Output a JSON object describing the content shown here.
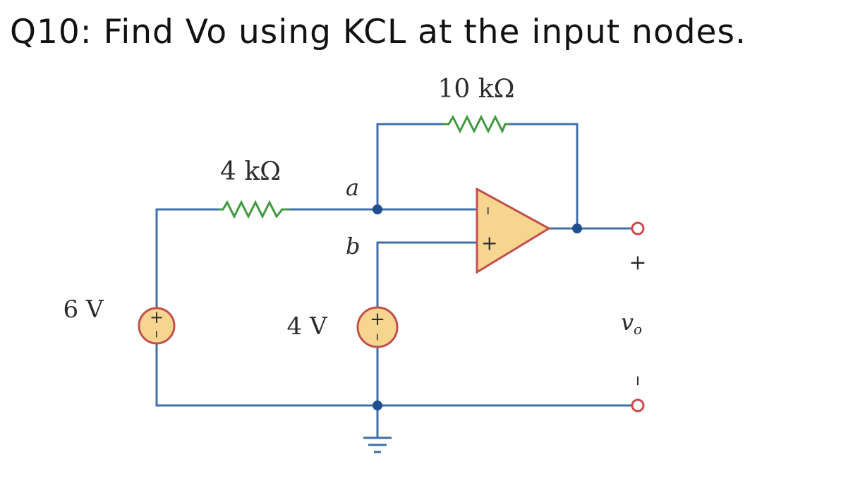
{
  "question": "Q10: Find Vo using KCL at the input nodes.",
  "labels": {
    "r_feedback": "10 kΩ",
    "r_input": "4 kΩ",
    "node_a": "a",
    "node_b": "b",
    "source_left": "6 V",
    "source_right": "4 V",
    "vo_plus": "+",
    "vo_name": "v",
    "vo_sub": "o",
    "vo_minus": "–",
    "opamp_minus": "–",
    "opamp_plus": "+",
    "src_plus": "+",
    "src_minus": "–"
  },
  "colors": {
    "wire": "#3f6fa8",
    "resistor": "#3f9a3f",
    "opamp_fill": "#f6d58e",
    "opamp_stroke": "#c0504d",
    "source_fill": "#f6d58e",
    "source_stroke": "#c0504d",
    "terminal": "#d04848",
    "node_dot": "#1f4f8f"
  }
}
